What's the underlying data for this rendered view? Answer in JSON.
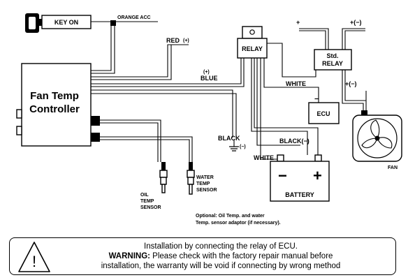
{
  "labels": {
    "key_on": "KEY ON",
    "orange_acc": "ORANGE ACC",
    "red_plus": "RED",
    "red_plus_sign": "(+)",
    "blue_plus_sign": "(+)",
    "blue": "BLUE",
    "controller_line1": "Fan Temp",
    "controller_line2": "Controller",
    "relay": "RELAY",
    "std_relay_line1": "Std.",
    "std_relay_line2": "RELAY",
    "plus_top_left": "+",
    "plus_minus_top_right": "+(−)",
    "plus_minus_fan": "+(−)",
    "white_upper": "WHITE",
    "minus_ecu": "−",
    "ecu": "ECU",
    "black_minus": "BLACK(−)",
    "black_ground": "BLACK",
    "black_ground_sign": "(−)",
    "white_lower": "WHITE",
    "fan": "FAN",
    "oil_sensor_line1": "OIL",
    "oil_sensor_line2": "TEMP",
    "oil_sensor_line3": "SENSOR",
    "water_sensor_line1": "WATER",
    "water_sensor_line2": "TEMP",
    "water_sensor_line3": "SENSOR",
    "battery": "BATTERY",
    "battery_minus": "−",
    "battery_plus": "+",
    "optional_line1": "Optional: Oil Temp. and water",
    "optional_line2": "Temp. sensor adaptor (if necessary)."
  },
  "notice": {
    "line1": "Installation by connecting the relay of ECU.",
    "warning_label": "WARNING:",
    "line2_rest": " Please check with the factory repair manual before",
    "line3": "installation, the warranty will be void if connecting by wrong method",
    "warning_icon_glyph": "!"
  },
  "icons": {
    "warning": "warning-triangle-icon",
    "ground": "ground-symbol-icon",
    "fan": "fan-icon",
    "key": "key-icon"
  }
}
